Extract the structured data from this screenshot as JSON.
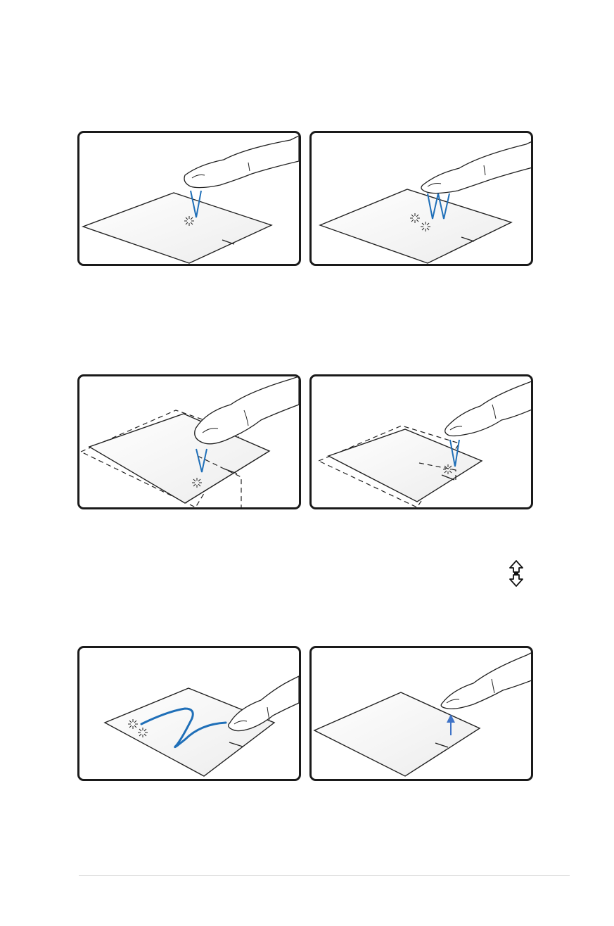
{
  "colors": {
    "accent_line": "#1f6fb8",
    "frame": "#1a1a1a",
    "pad_fill": "#f4f4f4"
  },
  "illustrations": [
    {
      "row": 1,
      "panel": "left",
      "icon": "single-tap-icon"
    },
    {
      "row": 1,
      "panel": "right",
      "icon": "double-tap-icon"
    },
    {
      "row": 2,
      "panel": "left",
      "icon": "tap-drag-icon"
    },
    {
      "row": 2,
      "panel": "right",
      "icon": "tap-drag-release-icon"
    },
    {
      "row": 3,
      "panel": "left",
      "icon": "drag-path-icon"
    },
    {
      "row": 3,
      "panel": "right",
      "icon": "finger-lift-icon"
    }
  ],
  "scroll_symbol": {
    "icon": "scroll-updown-icon"
  }
}
